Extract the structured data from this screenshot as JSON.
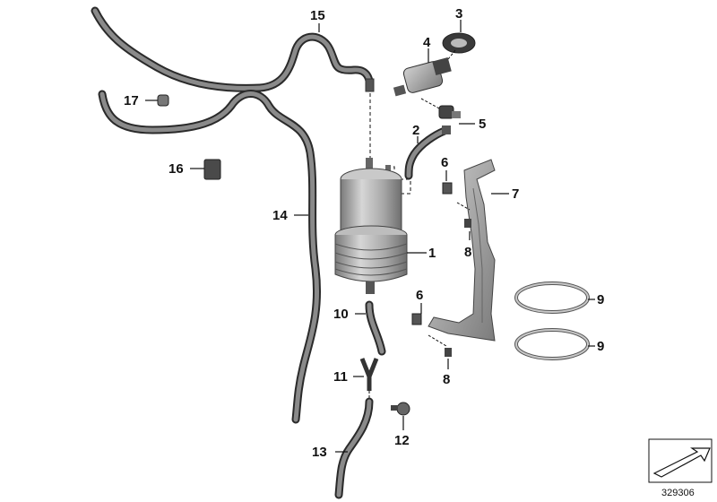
{
  "diagram": {
    "callouts": [
      {
        "id": "c1",
        "label": "1"
      },
      {
        "id": "c2",
        "label": "2"
      },
      {
        "id": "c3",
        "label": "3"
      },
      {
        "id": "c4",
        "label": "4"
      },
      {
        "id": "c5",
        "label": "5"
      },
      {
        "id": "c6a",
        "label": "6"
      },
      {
        "id": "c6b",
        "label": "6"
      },
      {
        "id": "c7",
        "label": "7"
      },
      {
        "id": "c8a",
        "label": "8"
      },
      {
        "id": "c8b",
        "label": "8"
      },
      {
        "id": "c9a",
        "label": "9"
      },
      {
        "id": "c9b",
        "label": "9"
      },
      {
        "id": "c10",
        "label": "10"
      },
      {
        "id": "c11",
        "label": "11"
      },
      {
        "id": "c12",
        "label": "12"
      },
      {
        "id": "c13",
        "label": "13"
      },
      {
        "id": "c14",
        "label": "14"
      },
      {
        "id": "c15",
        "label": "15"
      },
      {
        "id": "c16",
        "label": "16"
      },
      {
        "id": "c17",
        "label": "17"
      }
    ],
    "reference_number": "329306",
    "colors": {
      "hose_dark": "#2a2a2a",
      "hose_light": "#8a8a8a",
      "canister": "#b5b5b5",
      "bracket": "#a9a9a9"
    }
  }
}
